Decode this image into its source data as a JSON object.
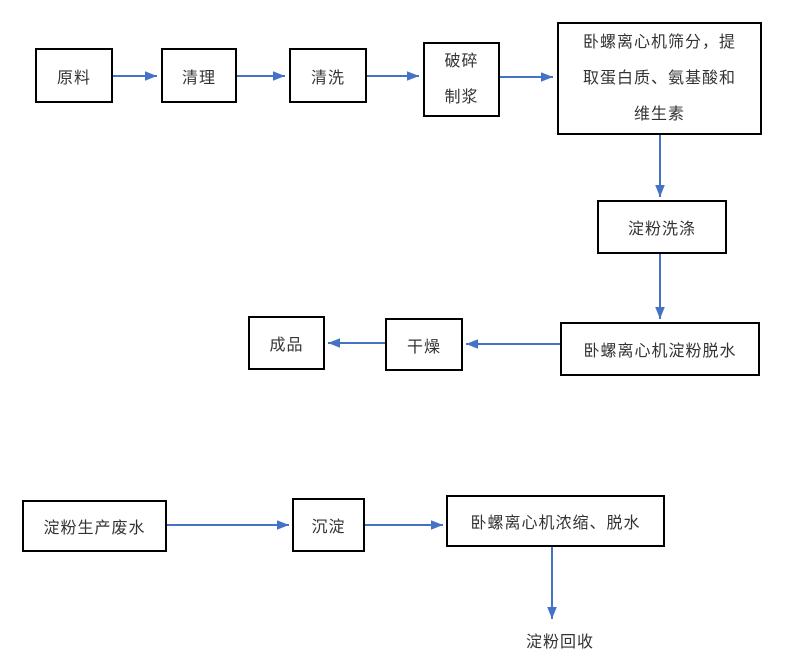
{
  "diagram": {
    "background_color": "#ffffff",
    "arrow_color": "#4472c4",
    "box_border_color": "#000000",
    "text_color": "#333333",
    "nodes": {
      "raw_material": "原料",
      "cleaning": "清理",
      "washing": "清洗",
      "crushing": "破碎\n制浆",
      "screening": "卧螺离心机筛分，提\n取蛋白质、氨基酸和\n维生素",
      "starch_washing": "淀粉洗涤",
      "starch_dewatering": "卧螺离心机淀粉脱水",
      "drying": "干燥",
      "finished_product": "成品",
      "wastewater": "淀粉生产废水",
      "sedimentation": "沉淀",
      "concentration_dewatering": "卧螺离心机浓缩、脱水",
      "starch_recovery": "淀粉回收"
    },
    "edges": [
      {
        "from": "raw_material",
        "to": "cleaning"
      },
      {
        "from": "cleaning",
        "to": "washing"
      },
      {
        "from": "washing",
        "to": "crushing"
      },
      {
        "from": "crushing",
        "to": "screening"
      },
      {
        "from": "screening",
        "to": "starch_washing"
      },
      {
        "from": "starch_washing",
        "to": "starch_dewatering"
      },
      {
        "from": "starch_dewatering",
        "to": "drying"
      },
      {
        "from": "drying",
        "to": "finished_product"
      },
      {
        "from": "wastewater",
        "to": "sedimentation"
      },
      {
        "from": "sedimentation",
        "to": "concentration_dewatering"
      },
      {
        "from": "concentration_dewatering",
        "to": "starch_recovery"
      }
    ]
  }
}
